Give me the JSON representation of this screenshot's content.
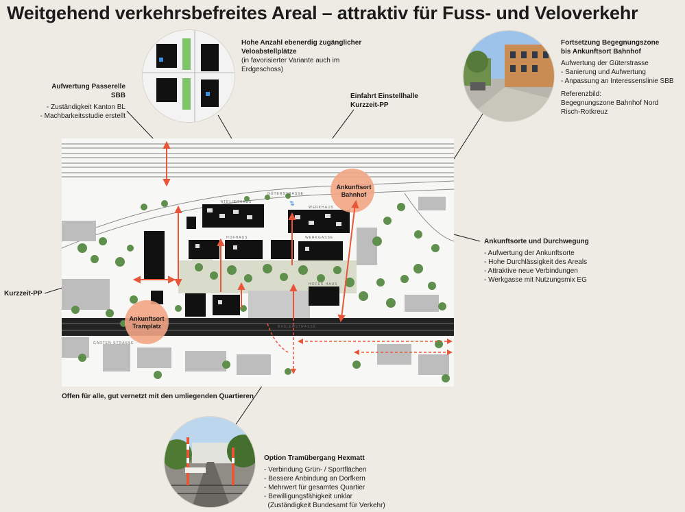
{
  "title": "Weitgehend verkehrsbefreites Areal – attraktiv für Fuss- und Veloverkehr",
  "notes": {
    "velo": {
      "heading_1": "Hohe Anzahl ebenerdig zugänglicher",
      "heading_2": "Veloabstellplätze",
      "lines": [
        "(in favorisierter Variante auch im",
        "Erdgeschoss)"
      ]
    },
    "passerelle": {
      "heading": "Aufwertung Passerelle SBB",
      "lines": [
        "- Zuständigkeit Kanton BL",
        "- Machbarkeitsstudie erstellt"
      ]
    },
    "einfahrt": {
      "heading_1": "Einfahrt Einstellhalle",
      "heading_2": "Kurzzeit-PP"
    },
    "begegnungszone": {
      "heading_1": "Fortsetzung Begegnungszone",
      "heading_2": "bis Ankunftsort Bahnhof",
      "lines": [
        "Aufwertung der Güterstrasse",
        "- Sanierung und Aufwertung",
        "- Anpassung an Interessenslinie SBB"
      ],
      "ref_lines": [
        "Referenzbild:",
        "Begegnungszone Bahnhof Nord",
        "Risch-Rotkreuz"
      ]
    },
    "ankunftsorte": {
      "heading": "Ankunftsorte und Durchwegung",
      "lines": [
        "- Aufwertung der Ankunftsorte",
        "- Hohe Durchlässigkeit des Areals",
        "- Attraktive neue Verbindungen",
        "- Werkgasse mit Nutzungsmix EG"
      ]
    },
    "kurzzeit": {
      "heading": "Kurzzeit-PP"
    },
    "offen": {
      "heading": "Offen für alle, gut vernetzt mit den umliegenden Quartieren"
    },
    "tram": {
      "heading": "Option Tramübergang Hexmatt",
      "lines": [
        "- Verbindung Grün- / Sportflächen",
        "- Bessere Anbindung an Dorfkern",
        "- Mehrwert für gesamtes Quartier",
        "- Bewilligungsfähigkeit unklar",
        "  (Zuständigkeit Bundesamt für Verkehr)"
      ]
    }
  },
  "map": {
    "ankunftsort_bahnhof": [
      "Ankunftsort",
      "Bahnhof"
    ],
    "ankunftsort_tramplatz": [
      "Ankunftsort",
      "Tramplatz"
    ],
    "street_labels": [
      "GÜTERSTRASSE",
      "WERKHAUS",
      "ATELIERHAUS",
      "HOFHAUS",
      "WERKGASSE",
      "HOFES HAUS",
      "BASLERSTRASSE",
      "GARTEN STRASSE"
    ]
  },
  "colors": {
    "background": "#edebe3",
    "accent_orange": "#e8563a",
    "ankunftsort_fill": "#f2a585",
    "tree_green": "#5f8f4c"
  }
}
